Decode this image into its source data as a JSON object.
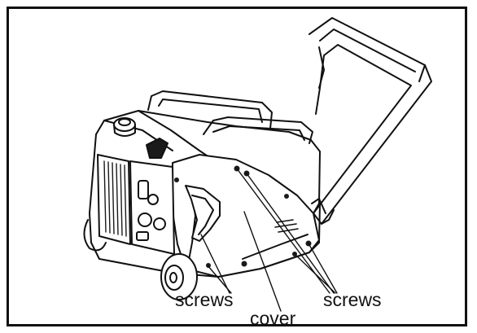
{
  "labels": {
    "screws_left": "screws",
    "cover": "cover",
    "screws_right": "screws"
  },
  "colors": {
    "line": "#111111",
    "fill": "#ffffff",
    "dark": "#1a1a1a",
    "shade": "#555555"
  },
  "illustration": {
    "subject": "portable-inverter-generator-with-handle-and-removable-side-cover"
  }
}
